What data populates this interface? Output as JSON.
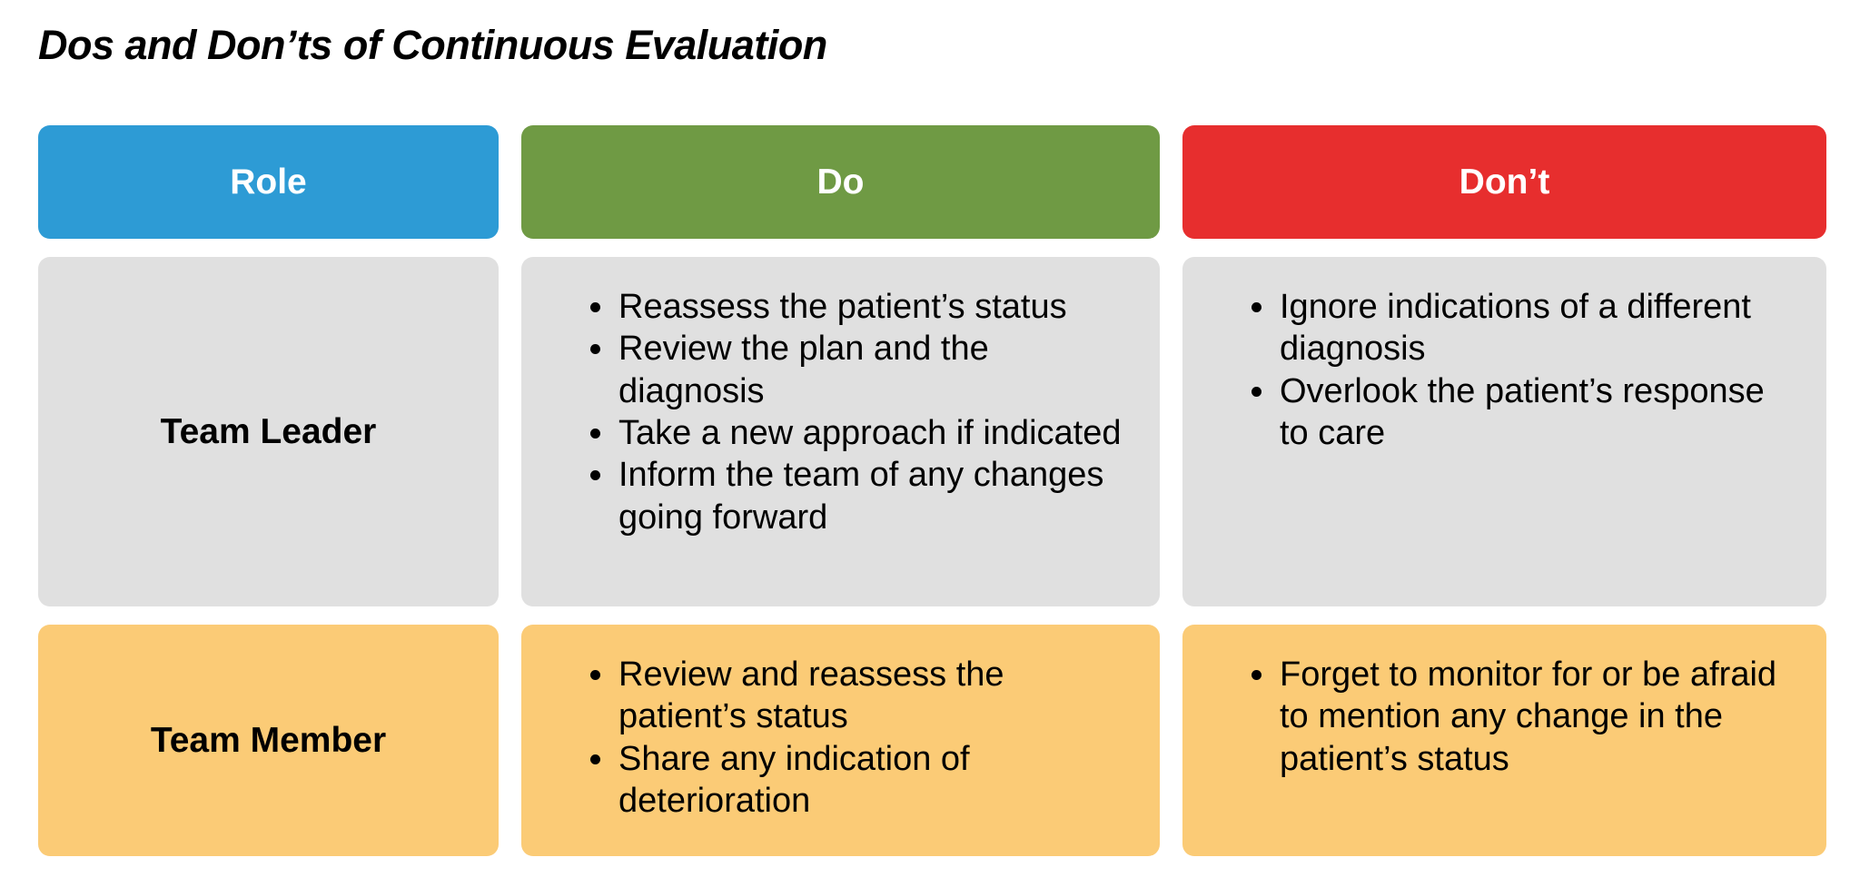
{
  "page": {
    "title": "Dos and Don’ts of Continuous Evaluation"
  },
  "colors": {
    "background": "#FFFFFF",
    "body_text": "#000000",
    "header_text": "#FFFFFF",
    "role_header_bg": "#2D9BD5",
    "do_header_bg": "#6F9A44",
    "dont_header_bg": "#E72E2E",
    "team_leader_row_bg": "#E0E0E0",
    "team_member_row_bg": "#FBCB76"
  },
  "table": {
    "columns": [
      {
        "label": "Role"
      },
      {
        "label": "Do"
      },
      {
        "label": "Don’t"
      }
    ],
    "rows": [
      {
        "role": "Team Leader",
        "do_items": [
          "Reassess the patient’s status",
          "Review the plan and the diagnosis",
          "Take a new approach if indicated",
          "Inform the team of any changes going forward"
        ],
        "dont_items": [
          "Ignore indications of a different diagnosis",
          "Overlook the patient’s response to care"
        ]
      },
      {
        "role": "Team Member",
        "do_items": [
          "Review and reassess the patient’s status",
          "Share any indication of deterioration"
        ],
        "dont_items": [
          "Forget to monitor for or be afraid to mention any change in the patient’s status"
        ]
      }
    ]
  }
}
